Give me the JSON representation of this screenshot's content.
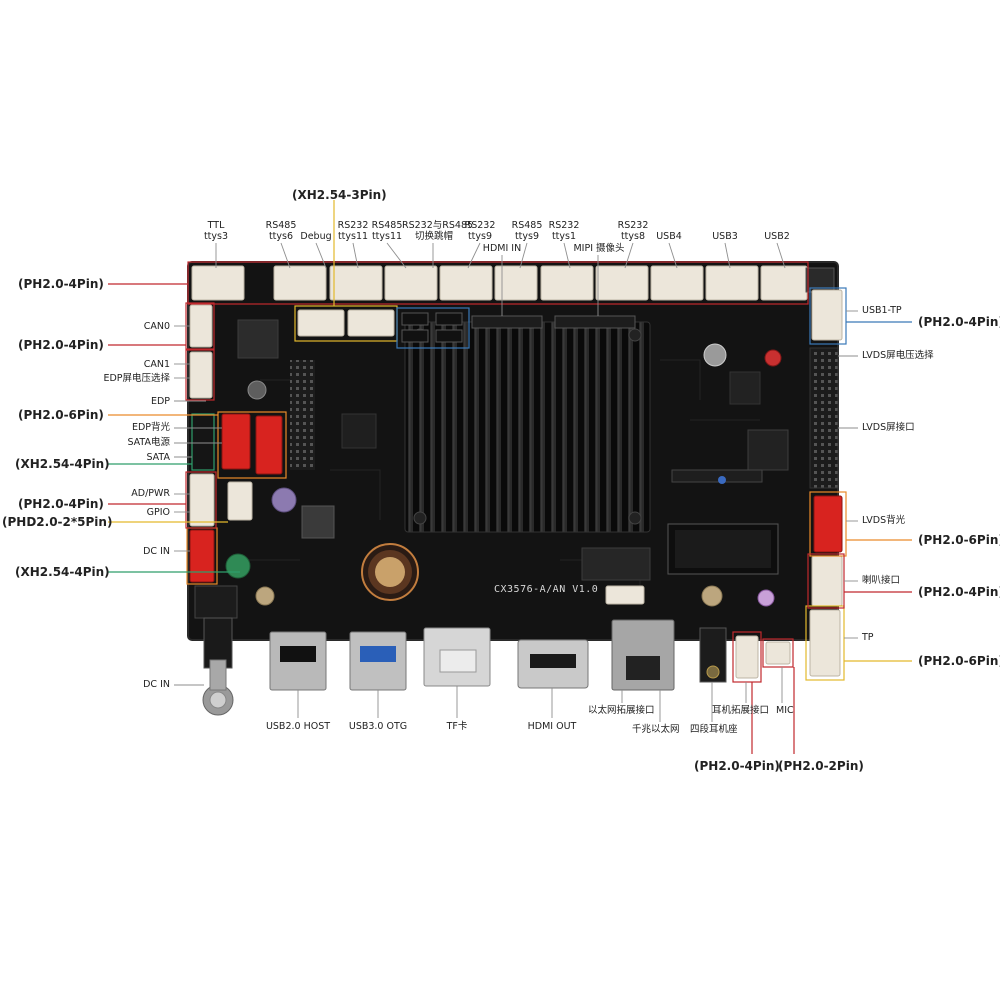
{
  "board": {
    "model_marking": "CX3576-A/AN V1.0"
  },
  "top_labels": [
    {
      "id": "ttl",
      "line1": "TTL",
      "line2": "ttys3"
    },
    {
      "id": "rs485-6",
      "line1": "RS485",
      "line2": "ttys6"
    },
    {
      "id": "debug",
      "line1": "",
      "line2": "Debug"
    },
    {
      "id": "rs232-11",
      "line1": "RS232",
      "line2": "ttys11"
    },
    {
      "id": "rs485-11",
      "line1": "RS485",
      "line2": "ttys11"
    },
    {
      "id": "rs232-485-switch",
      "line1": "RS232与RS485",
      "line2": "切换跳帽"
    },
    {
      "id": "rs232-9",
      "line1": "RS232",
      "line2": "ttys9"
    },
    {
      "id": "hdmi-in",
      "line1": "",
      "line2": "HDMI IN"
    },
    {
      "id": "rs485-9",
      "line1": "RS485",
      "line2": "ttys9"
    },
    {
      "id": "rs232-1",
      "line1": "RS232",
      "line2": "ttys1"
    },
    {
      "id": "mipi",
      "line1": "",
      "line2": "MIPI 摄像头"
    },
    {
      "id": "rs232-8",
      "line1": "RS232",
      "line2": "ttys8"
    },
    {
      "id": "usb4",
      "line1": "",
      "line2": "USB4"
    },
    {
      "id": "usb3",
      "line1": "",
      "line2": "USB3"
    },
    {
      "id": "usb2",
      "line1": "",
      "line2": "USB2"
    }
  ],
  "left_labels": {
    "can0": "CAN0",
    "can1": "CAN1",
    "edp_voltage": "EDP屏电压选择",
    "edp": "EDP",
    "edp_backlight": "EDP背光",
    "sata_power": "SATA电源",
    "sata": "SATA",
    "ad_pwr": "AD/PWR",
    "gpio": "GPIO",
    "dc_in_top": "DC IN",
    "dc_in_bottom": "DC IN"
  },
  "right_labels": {
    "usb1_tp": "USB1-TP",
    "lvds_voltage": "LVDS屏电压选择",
    "lvds_port": "LVDS屏接口",
    "lvds_backlight": "LVDS背光",
    "speaker": "喇叭接口",
    "tp": "TP"
  },
  "bottom_labels": {
    "usb20_host": "USB2.0 HOST",
    "usb30_otg": "USB3.0 OTG",
    "tf_card": "TF卡",
    "hdmi_out": "HDMI OUT",
    "eth_ext": "以太网拓展接口",
    "gigabit_eth": "千兆以太网",
    "four_seg_jack": "四段耳机座",
    "earphone_ext": "耳机拓展接口",
    "mic": "MIC"
  },
  "pin_callouts": {
    "xh254_3pin": "(XH2.54-3Pin)",
    "left_ph20_4pin_a": "(PH2.0-4Pin)",
    "left_ph20_4pin_b": "(PH2.0-4Pin)",
    "left_ph20_6pin": "(PH2.0-6Pin)",
    "left_xh254_4pin_a": "(XH2.54-4Pin)",
    "left_ph20_4pin_c": "(PH2.0-4Pin)",
    "left_phd20_2x5pin": "(PHD2.0-2*5Pin)",
    "left_xh254_4pin_b": "(XH2.54-4Pin)",
    "right_ph20_4pin_a": "(PH2.0-4Pin)",
    "right_ph20_6pin_a": "(PH2.0-6Pin)",
    "right_ph20_4pin_b": "(PH2.0-4Pin)",
    "right_ph20_6pin_b": "(PH2.0-6Pin)",
    "bottom_ph20_4pin": "(PH2.0-4Pin)",
    "bottom_ph20_2pin": "(PH2.0-2Pin)"
  },
  "colors": {
    "pcb": "#141414",
    "heatsink": "#0c0c0c",
    "connector_white": "#ece6da",
    "connector_red": "#d8231f",
    "callout_red": "#c0282d",
    "callout_yellow": "#e3b92c",
    "callout_green": "#2f9e6b",
    "callout_orange": "#e98a2a",
    "callout_blue": "#3a79b8",
    "leader_gray": "#8e8e8e"
  }
}
